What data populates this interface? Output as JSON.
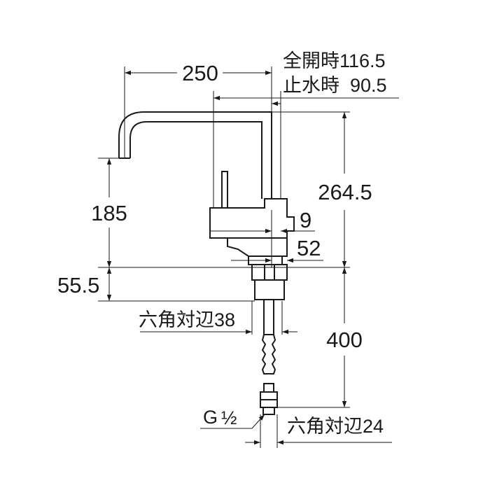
{
  "dimensions": {
    "width_250": "250",
    "full_open": "全開時116.5",
    "water_stop": "止水時  90.5",
    "height_264_5": "264.5",
    "height_185": "185",
    "dim_9": "9",
    "dim_52": "52",
    "dim_55_5": "55.5",
    "hex_38": "六角対辺38",
    "len_400": "400",
    "thread_g": "G",
    "thread_half": "½",
    "hex_24": "六角対辺24"
  }
}
